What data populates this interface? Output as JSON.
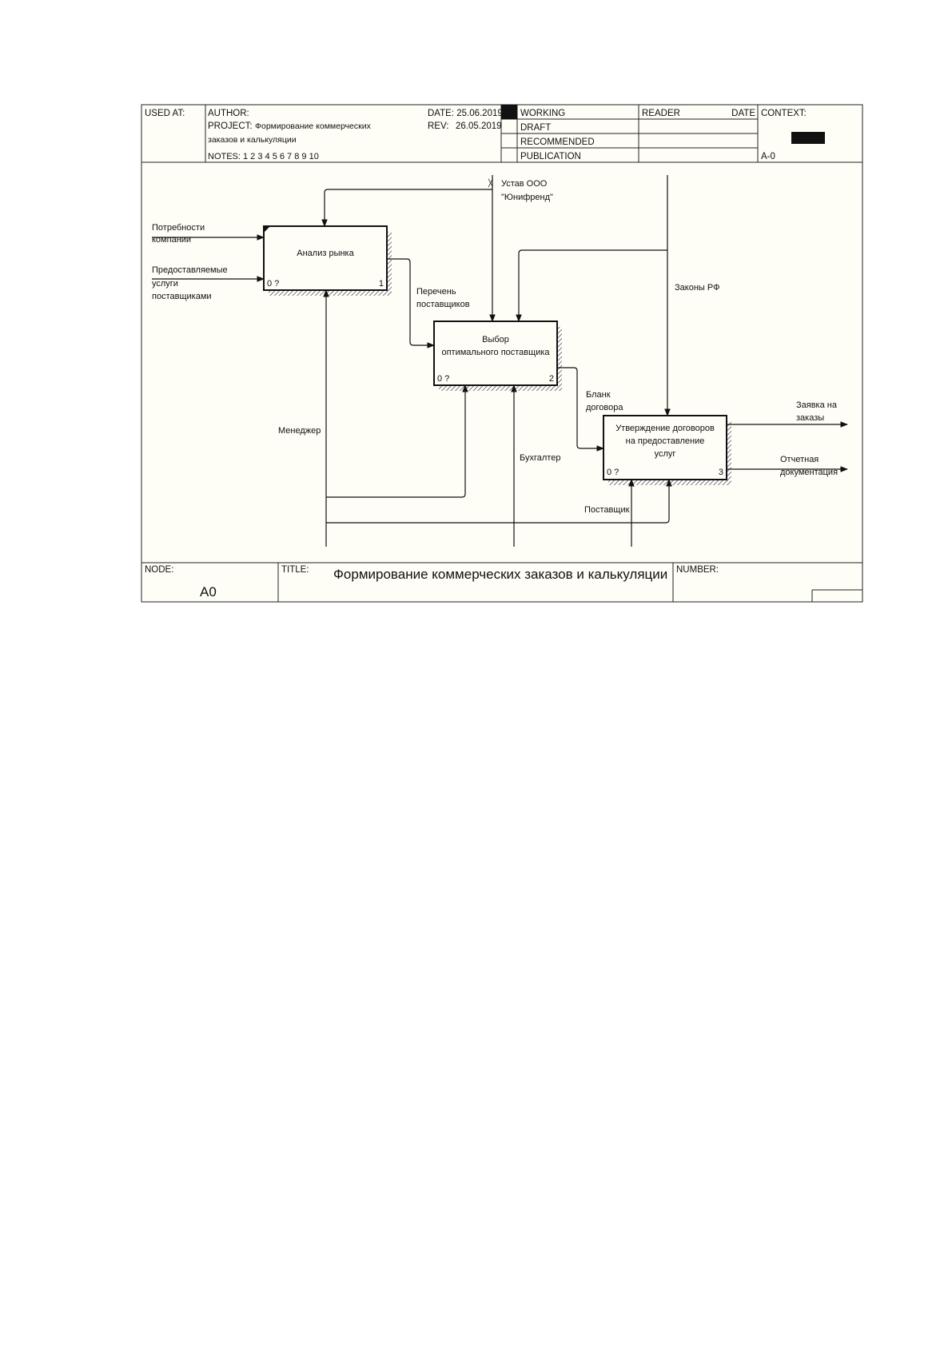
{
  "header": {
    "used_at_label": "USED AT:",
    "author_label": "AUTHOR:",
    "project_label": "PROJECT:",
    "project_line1": "Формирование коммерческих",
    "project_line2": "заказов и калькуляции",
    "notes": "NOTES:  1  2  3  4  5  6  7  8  9  10",
    "date": "DATE: 25.06.2019",
    "rev_label": "REV:",
    "rev_value": "26.05.2019",
    "status": [
      "WORKING",
      "DRAFT",
      "RECOMMENDED",
      "PUBLICATION"
    ],
    "reader_label": "READER",
    "date_label": "DATE",
    "context_label": "CONTEXT:",
    "context_node": "A-0"
  },
  "boxes": [
    {
      "lines": [
        "Анализ рынка"
      ],
      "cost": "0 ?",
      "number": "1"
    },
    {
      "lines": [
        "Выбор",
        "оптимального поставщика"
      ],
      "cost": "0 ?",
      "number": "2"
    },
    {
      "lines": [
        "Утверждение договоров",
        "на предоставление",
        "услуг"
      ],
      "cost": "0 ?",
      "number": "3"
    }
  ],
  "arrows": {
    "input_needs": [
      "Потребности",
      "компании"
    ],
    "input_services": [
      "Предоставляемые",
      "услуги",
      "поставщиками"
    ],
    "control_charter": [
      "Устав ООО",
      "\"Юнифренд\""
    ],
    "control_laws": [
      "Законы РФ"
    ],
    "link_suppliers": [
      "Перечень",
      "поставщиков"
    ],
    "link_contract": [
      "Бланк",
      "договора"
    ],
    "mech_manager": [
      "Менеджер"
    ],
    "mech_accountant": [
      "Бухгалтер"
    ],
    "mech_supplier": [
      "Поставщик"
    ],
    "output_orders": [
      "Заявка на",
      "заказы"
    ],
    "output_reports": [
      "Отчетная",
      "документация"
    ]
  },
  "footer": {
    "node_label": "NODE:",
    "node_value": "A0",
    "title_label": "TITLE:",
    "title_value": "Формирование коммерческих заказов и калькуляции",
    "number_label": "NUMBER:"
  }
}
